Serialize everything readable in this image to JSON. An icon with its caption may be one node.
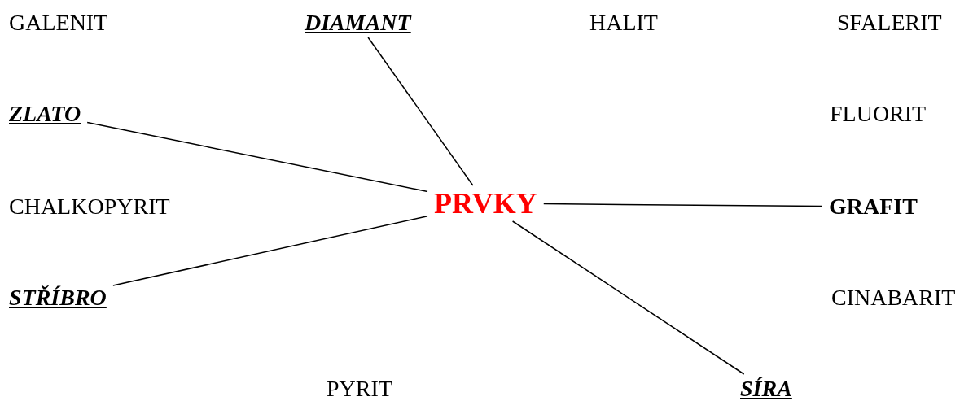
{
  "diagram": {
    "nodes": [
      {
        "text": [
          "DIAMANT"
        ]
      },
      {
        "text": [
          "ZLATO"
        ]
      },
      {
        "text": [
          "PRVKY"
        ]
      },
      {
        "text": [
          "GRAFIT"
        ]
      },
      {
        "text": [
          "STŘÍBRO"
        ]
      },
      {
        "text": [
          "SÍRA"
        ]
      }
    ],
    "edges": [
      {
        "from": 2,
        "to": 0,
        "arrow": "none"
      },
      {
        "from": 2,
        "to": 1,
        "arrow": "none"
      },
      {
        "from": 2,
        "to": 3,
        "arrow": "none"
      },
      {
        "from": 2,
        "to": 4,
        "arrow": "none"
      },
      {
        "from": 2,
        "to": 5,
        "arrow": "none"
      }
    ],
    "labels": [
      "GALENIT",
      "HALIT",
      "SFALERIT",
      "FLUORIT",
      "CHALKOPYRIT",
      "CINABARIT",
      "PYRIT"
    ]
  }
}
